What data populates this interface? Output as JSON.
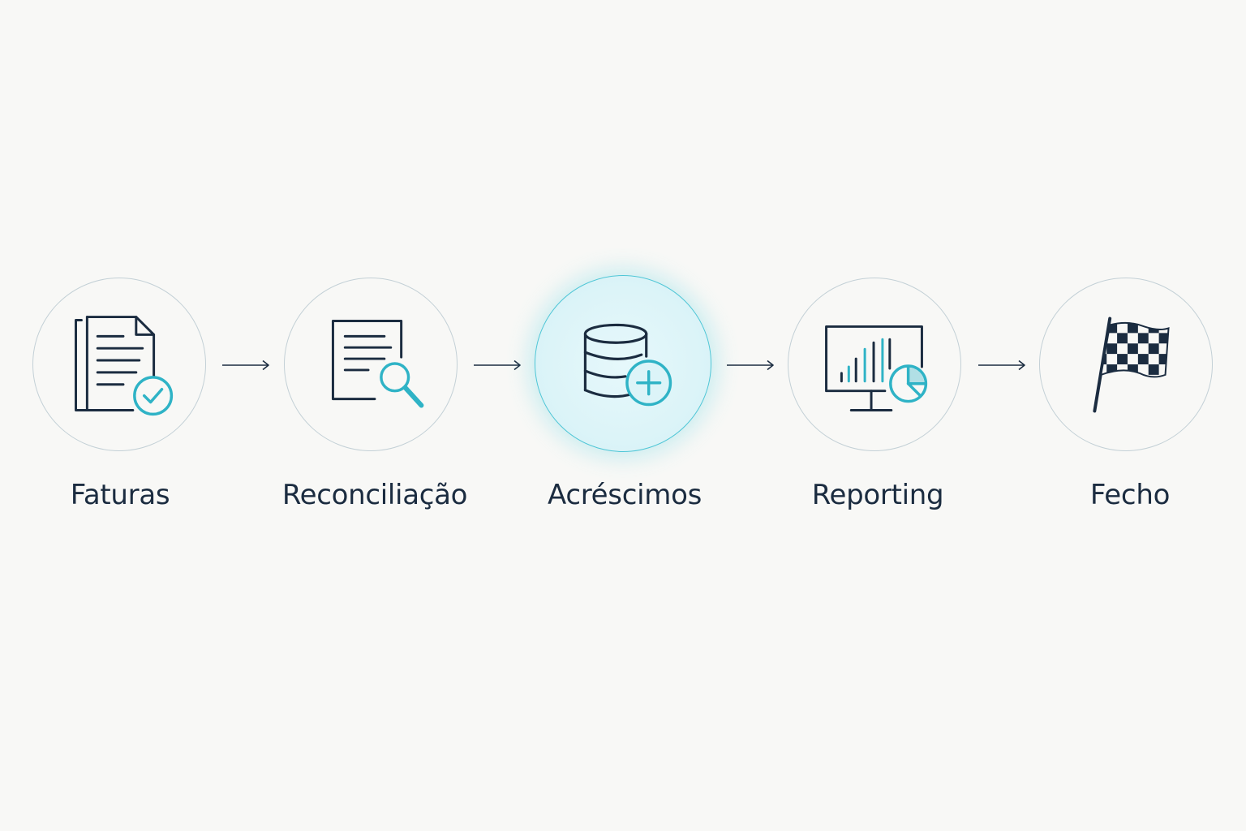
{
  "diagram": {
    "steps": [
      {
        "label": "Faturas",
        "icon": "invoice-check-icon",
        "active": false
      },
      {
        "label": "Reconciliação",
        "icon": "document-search-icon",
        "active": false
      },
      {
        "label": "Acréscimos",
        "icon": "database-add-icon",
        "active": true
      },
      {
        "label": "Reporting",
        "icon": "monitor-chart-icon",
        "active": false
      },
      {
        "label": "Fecho",
        "icon": "checkered-flag-icon",
        "active": false
      }
    ],
    "arrow_icon": "arrow-right-icon"
  },
  "colors": {
    "ink": "#1b2c40",
    "accent": "#2fb3c6",
    "circle_border": "#c3d0d6",
    "active_border": "#4ec6d6",
    "background": "#f8f8f6"
  }
}
